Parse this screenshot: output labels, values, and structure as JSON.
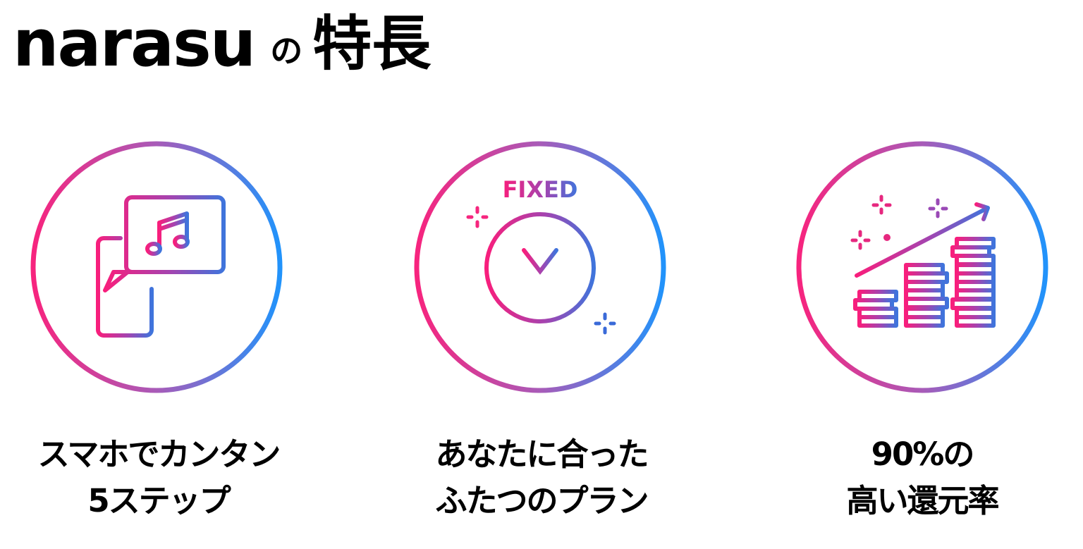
{
  "header": {
    "brand": "narasu",
    "particle": "の",
    "title": "特長"
  },
  "colors": {
    "gradient_start": "#f7247e",
    "gradient_mid": "#a85bb8",
    "gradient_end": "#2193fb",
    "text": "#000000"
  },
  "features": [
    {
      "icon": "smartphone-music-icon",
      "caption_line1": "スマホでカンタン",
      "caption_line2": "5ステップ"
    },
    {
      "icon": "fixed-yen-coin-icon",
      "icon_label": "FIXED",
      "caption_line1": "あなたに合った",
      "caption_line2": "ふたつのプラン"
    },
    {
      "icon": "rising-coin-stacks-icon",
      "caption_line1": "90%の",
      "caption_line2": "高い還元率"
    }
  ]
}
